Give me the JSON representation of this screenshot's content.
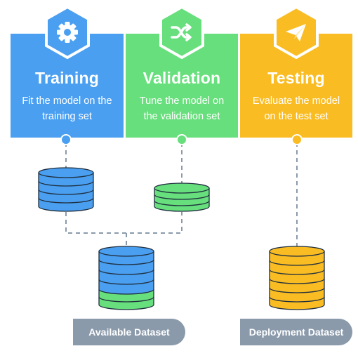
{
  "stages": [
    {
      "title": "Training",
      "description_line1": "Fit the model on the",
      "description_line2": "training set",
      "icon": "gear-icon",
      "color": "#4a9ff1"
    },
    {
      "title": "Validation",
      "description_line1": "Tune the model on",
      "description_line2": "the validation set",
      "icon": "shuffle-icon",
      "color": "#67df7c"
    },
    {
      "title": "Testing",
      "description_line1": "Evaluate the model",
      "description_line2": "on the test set",
      "icon": "paper-plane-icon",
      "color": "#f9bc23"
    }
  ],
  "datasets": {
    "available_label": "Available Dataset",
    "deployment_label": "Deployment Dataset"
  },
  "colors": {
    "blue": "#4a9ff1",
    "green": "#67df7c",
    "yellow": "#f9bc23",
    "connector": "#8a9aab",
    "pill": "#8a9aab"
  }
}
